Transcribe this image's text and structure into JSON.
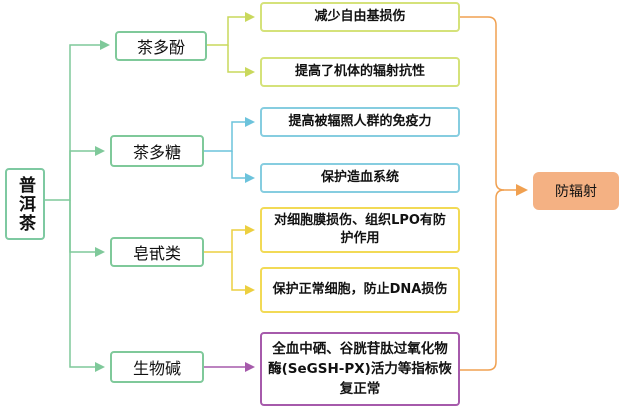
{
  "root": {
    "label": "普洱茶"
  },
  "categories": [
    {
      "label": "茶多酚"
    },
    {
      "label": "茶多糖"
    },
    {
      "label": "皂甙类"
    },
    {
      "label": "生物碱"
    }
  ],
  "leaves": [
    {
      "label": "减少自由基损伤"
    },
    {
      "label": "提高了机体的辐射抗性"
    },
    {
      "label": "提高被辐照人群的免疫力"
    },
    {
      "label": "保护造血系统"
    },
    {
      "label": "对细胞膜损伤、组织LPO有防护作用"
    },
    {
      "label": "保护正常细胞，防止DNA损伤"
    },
    {
      "label": "全血中硒、谷胱苷肽过氧化物酶(SeGSH-PX)活力等指标恢复正常"
    }
  ],
  "result": {
    "label": "防辐射"
  },
  "colors": {
    "green": "#7fc99a",
    "yellow_green": "#d5e27a",
    "teal": "#86cde0",
    "yellow": "#f2da56",
    "purple": "#a65aab",
    "orange": "#f4b183",
    "orange_line": "#f0a050"
  }
}
